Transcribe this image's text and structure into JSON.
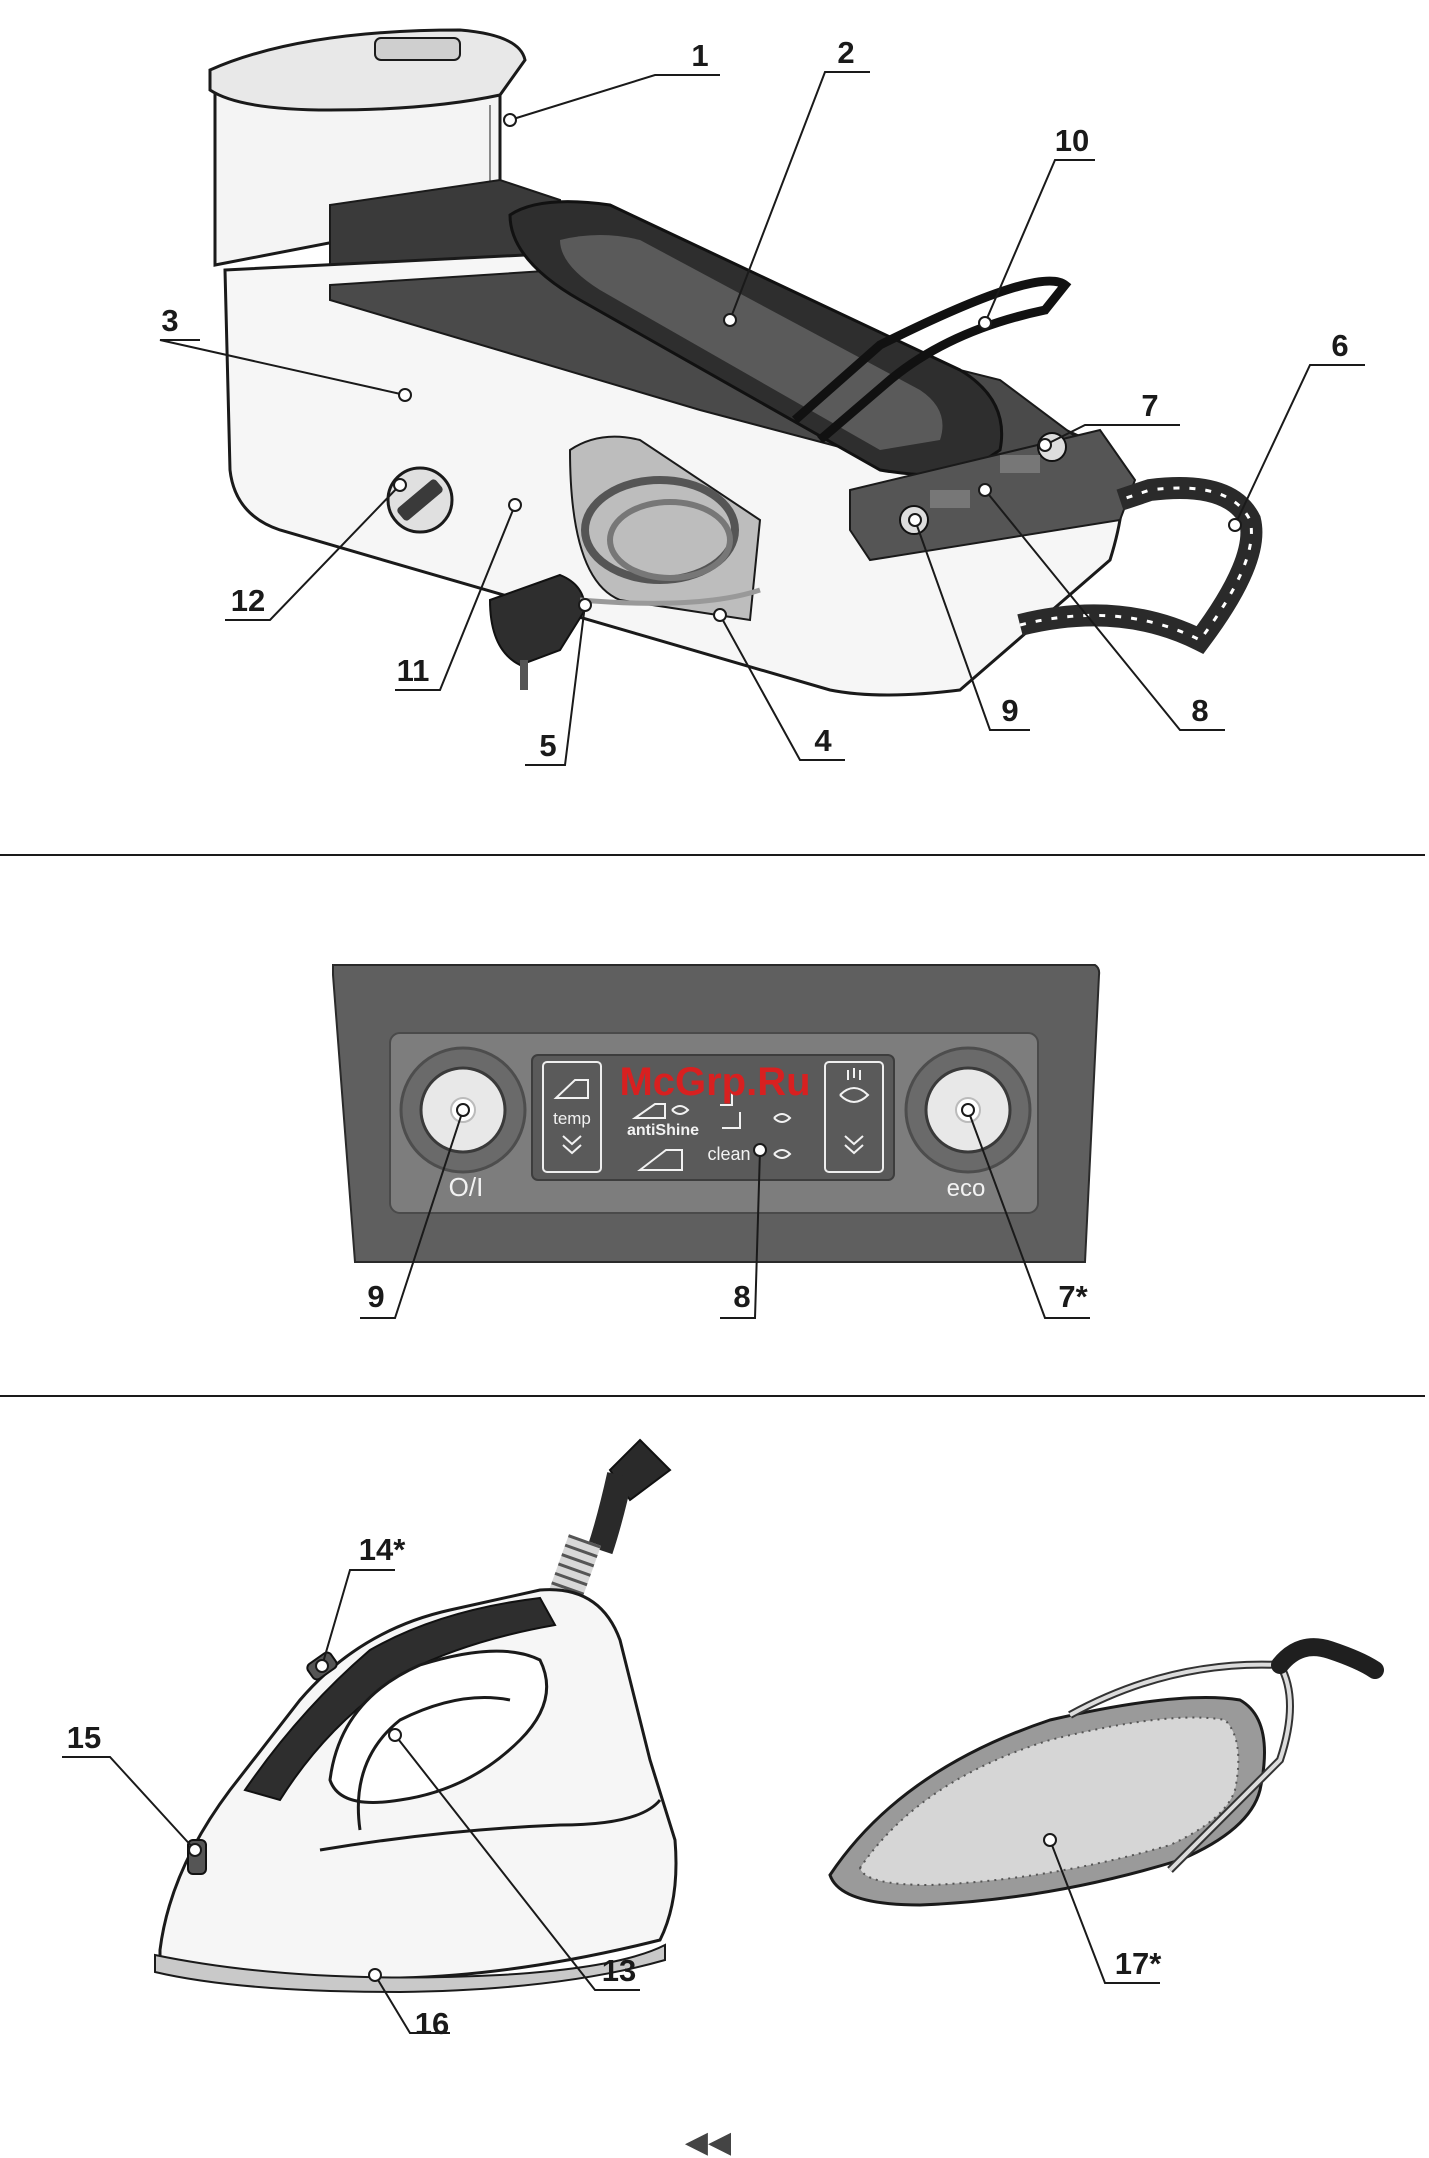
{
  "figure1": {
    "callouts": [
      "1",
      "2",
      "3",
      "4",
      "5",
      "6",
      "7",
      "8",
      "9",
      "10",
      "11",
      "12"
    ]
  },
  "figure2": {
    "callouts": [
      "9",
      "8",
      "7*"
    ],
    "panel": {
      "left_button": "O/I",
      "right_button": "eco",
      "temp_label": "temp",
      "antishine_label": "antiShine",
      "clean_label": "clean"
    }
  },
  "figure3": {
    "callouts": [
      "14*",
      "15",
      "13",
      "16",
      "17*"
    ]
  },
  "watermark": "McGrp.Ru",
  "nav": {
    "symbol": "◀◀"
  },
  "colors": {
    "outline": "#1a1a1a",
    "panel": "#5f5f5f",
    "dark": "#3a3a3a",
    "body": "#f2f2f2",
    "watermark": "#d82020"
  }
}
